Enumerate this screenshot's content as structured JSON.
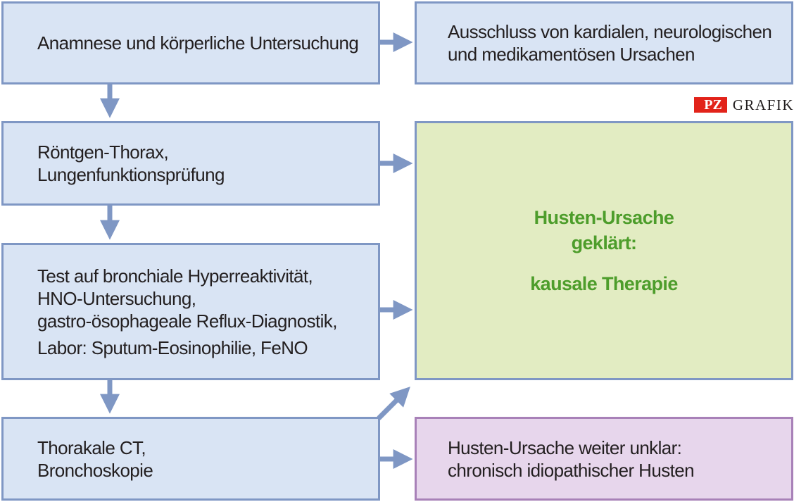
{
  "steps": [
    {
      "lines": [
        "Anamnese und körperliche Untersuchung"
      ]
    },
    {
      "lines": [
        "Röntgen-Thorax,",
        "Lungenfunktionsprüfung"
      ]
    },
    {
      "lines": [
        "Test auf bronchiale Hyperreaktivität,",
        "HNO-Untersuchung,",
        "gastro-ösophageale Reflux-Diagnostik,",
        "Labor: Sputum-Eosinophilie, FeNO"
      ]
    },
    {
      "lines": [
        "Thorakale CT,",
        "Bronchoskopie"
      ]
    }
  ],
  "outcomes": {
    "exclusion": {
      "lines": [
        "Ausschluss von kardialen, neurologischen",
        "und medikamentösen Ursachen"
      ]
    },
    "resolved": {
      "line1": "Husten-Ursache",
      "line2": "geklärt:",
      "line3": "kausale Therapie"
    },
    "unresolved": {
      "lines": [
        "Husten-Ursache weiter unklar:",
        "chronisch idiopathischer Husten"
      ]
    }
  },
  "logo": {
    "badge": "PZ",
    "text": "GRAFIK"
  },
  "colors": {
    "box_blue": "#d9e4f4",
    "border_blue": "#7f97c4",
    "box_green": "#e2ecc2",
    "text_green": "#4d9d2b",
    "box_purple": "#e7d6ec",
    "border_purple": "#a881b8",
    "arrow": "#7f97c4",
    "logo_red": "#e2231a"
  }
}
